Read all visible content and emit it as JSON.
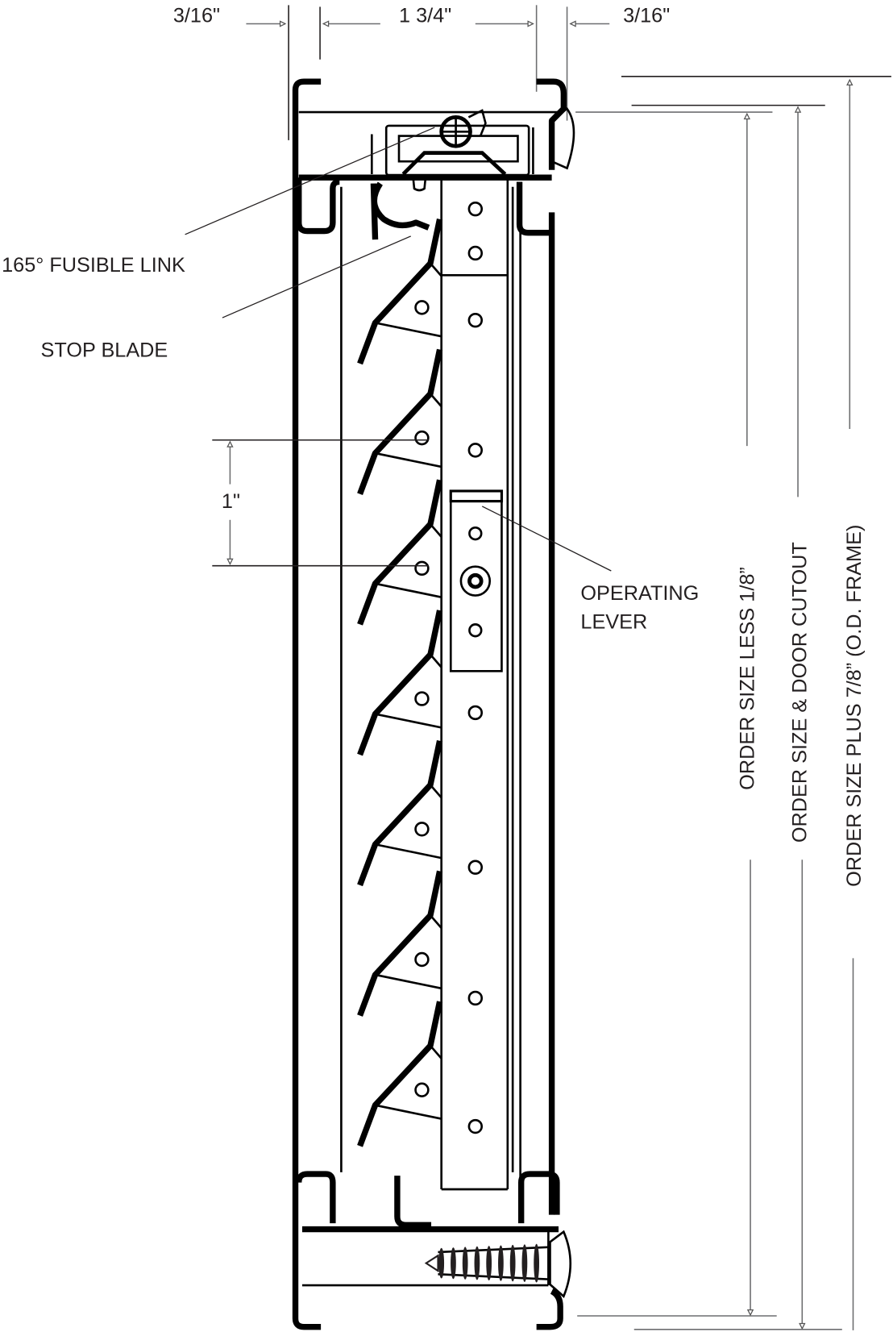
{
  "drawing": {
    "title": "Fire damper section detail",
    "dimensions": {
      "left_flange": "3/16\"",
      "depth": "1 3/4\"",
      "right_flange": "3/16\"",
      "blade_pitch": "1\""
    },
    "callouts": {
      "fusible_link": "165° FUSIBLE LINK",
      "stop_blade": "STOP BLADE",
      "operating_lever_line1": "OPERATING",
      "operating_lever_line2": "LEVER"
    },
    "vertical_dimensions": [
      "ORDER SIZE LESS 1/8”",
      "ORDER SIZE & DOOR CUTOUT",
      "ORDER SIZE  PLUS 7/8” (O.D. FRAME)"
    ],
    "blade_count": 7,
    "colors": {
      "line": "#000000",
      "dimension_line": "#6d6e70",
      "text": "#231f20",
      "background": "#ffffff"
    }
  }
}
